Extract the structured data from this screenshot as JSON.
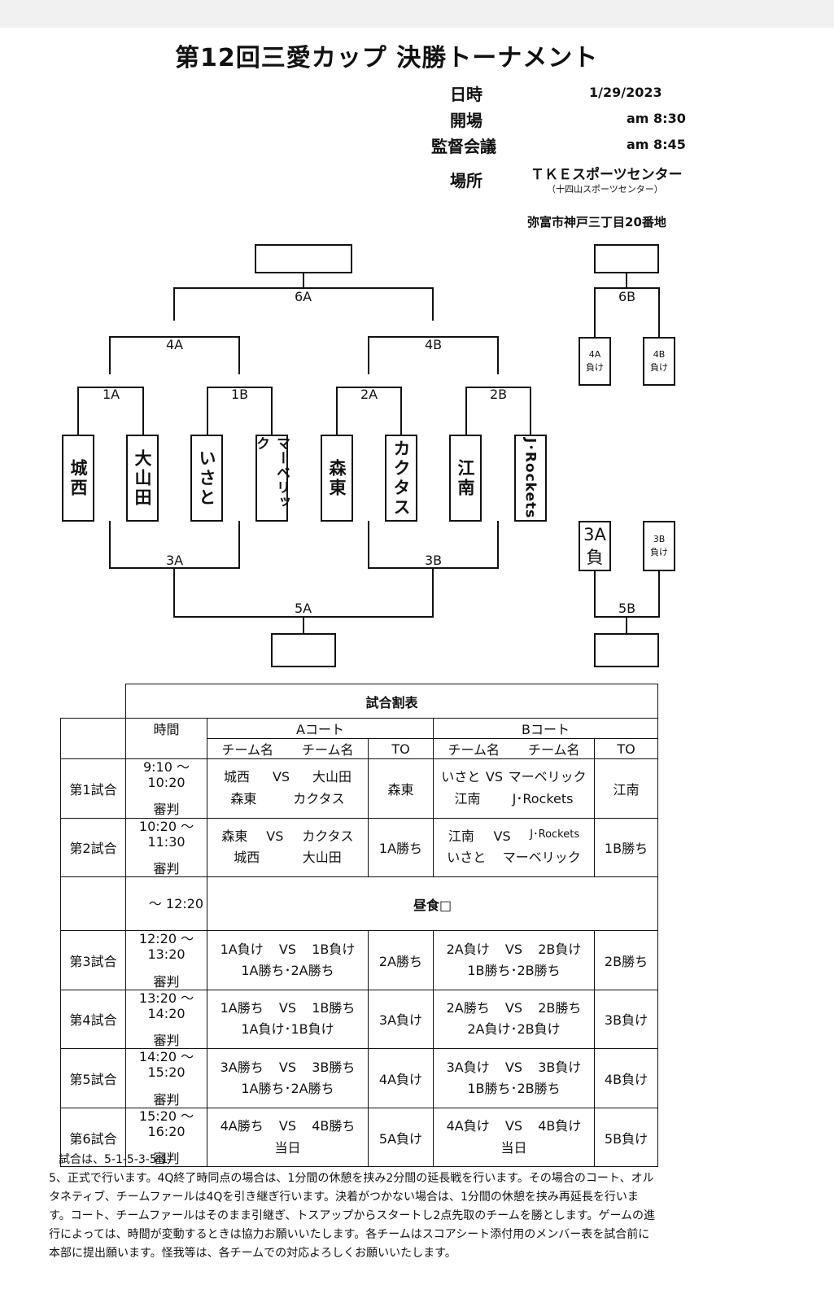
{
  "title": "第12回三愛カップ 決勝トーナメント",
  "info": {
    "date_label": "日時",
    "date_value": "1/29/2023",
    "open_label": "開場",
    "open_value": "am 8:30",
    "meeting_label": "監督会議",
    "meeting_value": "am 8:45",
    "place_label": "場所",
    "place_value": "ＴＫＥスポーツセンター",
    "place_sub": "（十四山スポーツセンター）",
    "address": "弥富市神戸三丁目20番地"
  },
  "bracket": {
    "labels": {
      "a6": "6A",
      "a4": "4A",
      "b4": "4B",
      "a1": "1A",
      "b1": "1B",
      "a2": "2A",
      "b2": "2B",
      "a3": "3A",
      "b3": "3B",
      "a5": "5A",
      "b6": "6B",
      "b5": "5B"
    },
    "teams": [
      "城西",
      "大山田",
      "いさと",
      "マーベリック",
      "森東",
      "カクタス",
      "江南",
      "J･Rockets"
    ],
    "side": {
      "loser_4a": "4A\n負け",
      "loser_4b": "4B\n負け",
      "loser_3a": "3A\n負",
      "loser_3b": "3B\n負け"
    }
  },
  "schedule": {
    "title": "試合割表",
    "header": {
      "time": "時間",
      "court_a": "Aコート",
      "court_b": "Bコート",
      "team": "チーム名",
      "to": "TO"
    },
    "referee_label": "審判",
    "vs": "VS",
    "rows": [
      {
        "name": "第1試合",
        "time": "9:10 ～ 10:20",
        "a1": "城西",
        "a2": "大山田",
        "a_ref": "森東",
        "a_ref2": "カクタス",
        "a_to": "森東",
        "b1": "いさと",
        "b2": "マーベリック",
        "b_ref": "江南",
        "b_ref2": "J･Rockets",
        "b_to": "江南"
      },
      {
        "name": "第2試合",
        "time": "10:20 ～ 11:30",
        "a1": "森東",
        "a2": "カクタス",
        "a_ref": "城西",
        "a_ref2": "大山田",
        "a_to": "1A勝ち",
        "b1": "江南",
        "b2": "J･Rockets",
        "b_ref": "いさと",
        "b_ref2": "マーベリック",
        "b_to": "1B勝ち"
      },
      {
        "name": "第3試合",
        "time": "12:20 ～ 13:20",
        "a1": "1A負け",
        "a2": "1B負け",
        "a_ref": "1A勝ち･2A勝ち",
        "a_to": "2A勝ち",
        "b1": "2A負け",
        "b2": "2B負け",
        "b_ref": "1B勝ち･2B勝ち",
        "b_to": "2B勝ち"
      },
      {
        "name": "第4試合",
        "time": "13:20 ～ 14:20",
        "a1": "1A勝ち",
        "a2": "1B勝ち",
        "a_ref": "1A負け･1B負け",
        "a_to": "3A負け",
        "b1": "2A勝ち",
        "b2": "2B勝ち",
        "b_ref": "2A負け･2B負け",
        "b_to": "3B負け"
      },
      {
        "name": "第5試合",
        "time": "14:20 ～ 15:20",
        "a1": "3A勝ち",
        "a2": "3B勝ち",
        "a_ref": "1A勝ち･2A勝ち",
        "a_to": "4A負け",
        "b1": "3A負け",
        "b2": "3B負け",
        "b_ref": "1B勝ち･2B勝ち",
        "b_to": "4B負け"
      },
      {
        "name": "第6試合",
        "time": "15:20 ～ 16:20",
        "a1": "4A勝ち",
        "a2": "4B勝ち",
        "a_ref": "当日",
        "a_to": "5A負け",
        "b1": "4A負け",
        "b2": "4B負け",
        "b_ref": "当日",
        "b_to": "5B負け"
      }
    ],
    "lunch": {
      "time": "～ 12:20",
      "label": "昼食□"
    }
  },
  "notes": [
    "試合は、5-1-5-3-5-1-",
    "5、正式で行います。4Q終了時同点の場合は、1分間の休憩を挟み2分間の延長戦を行います。その場合のコート、オルタネティブ、チームファールは4Qを引き継ぎ行います。決着がつかない場合は、1分間の休憩を挟み再延長を行います。コート、チームファールはそのまま引継ぎ、トスアップからスタートし2点先取のチームを勝とします。ゲームの進行によっては、時間が変動するときは協力お願いいたします。各チームはスコアシート添付用のメンバー表を試合前に本部に提出願います。怪我等は、各チームでの対応よろしくお願いいたします。"
  ]
}
